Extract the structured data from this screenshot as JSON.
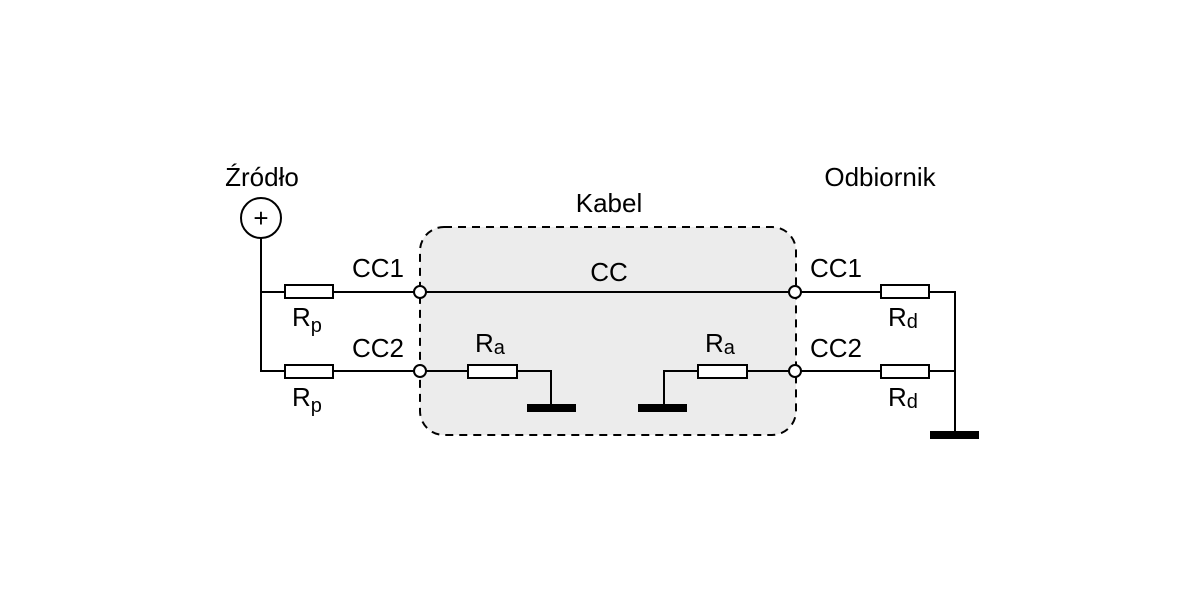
{
  "labels": {
    "source": "Źródło",
    "sink": "Odbiornik",
    "cable": "Kabel",
    "cc_wire": "CC",
    "cc1_left": "CC1",
    "cc2_left": "CC2",
    "cc1_right": "CC1",
    "cc2_right": "CC2",
    "plus": "+"
  },
  "resistors": {
    "rp_top": {
      "base": "R",
      "sub": "p"
    },
    "rp_bottom": {
      "base": "R",
      "sub": "p"
    },
    "ra_left": {
      "base": "R",
      "sub": "a"
    },
    "ra_right": {
      "base": "R",
      "sub": "a"
    },
    "rd_top": {
      "base": "R",
      "sub": "d"
    },
    "rd_bottom": {
      "base": "R",
      "sub": "d"
    }
  },
  "colors": {
    "cable_fill": "#ececec",
    "line": "#000000"
  }
}
